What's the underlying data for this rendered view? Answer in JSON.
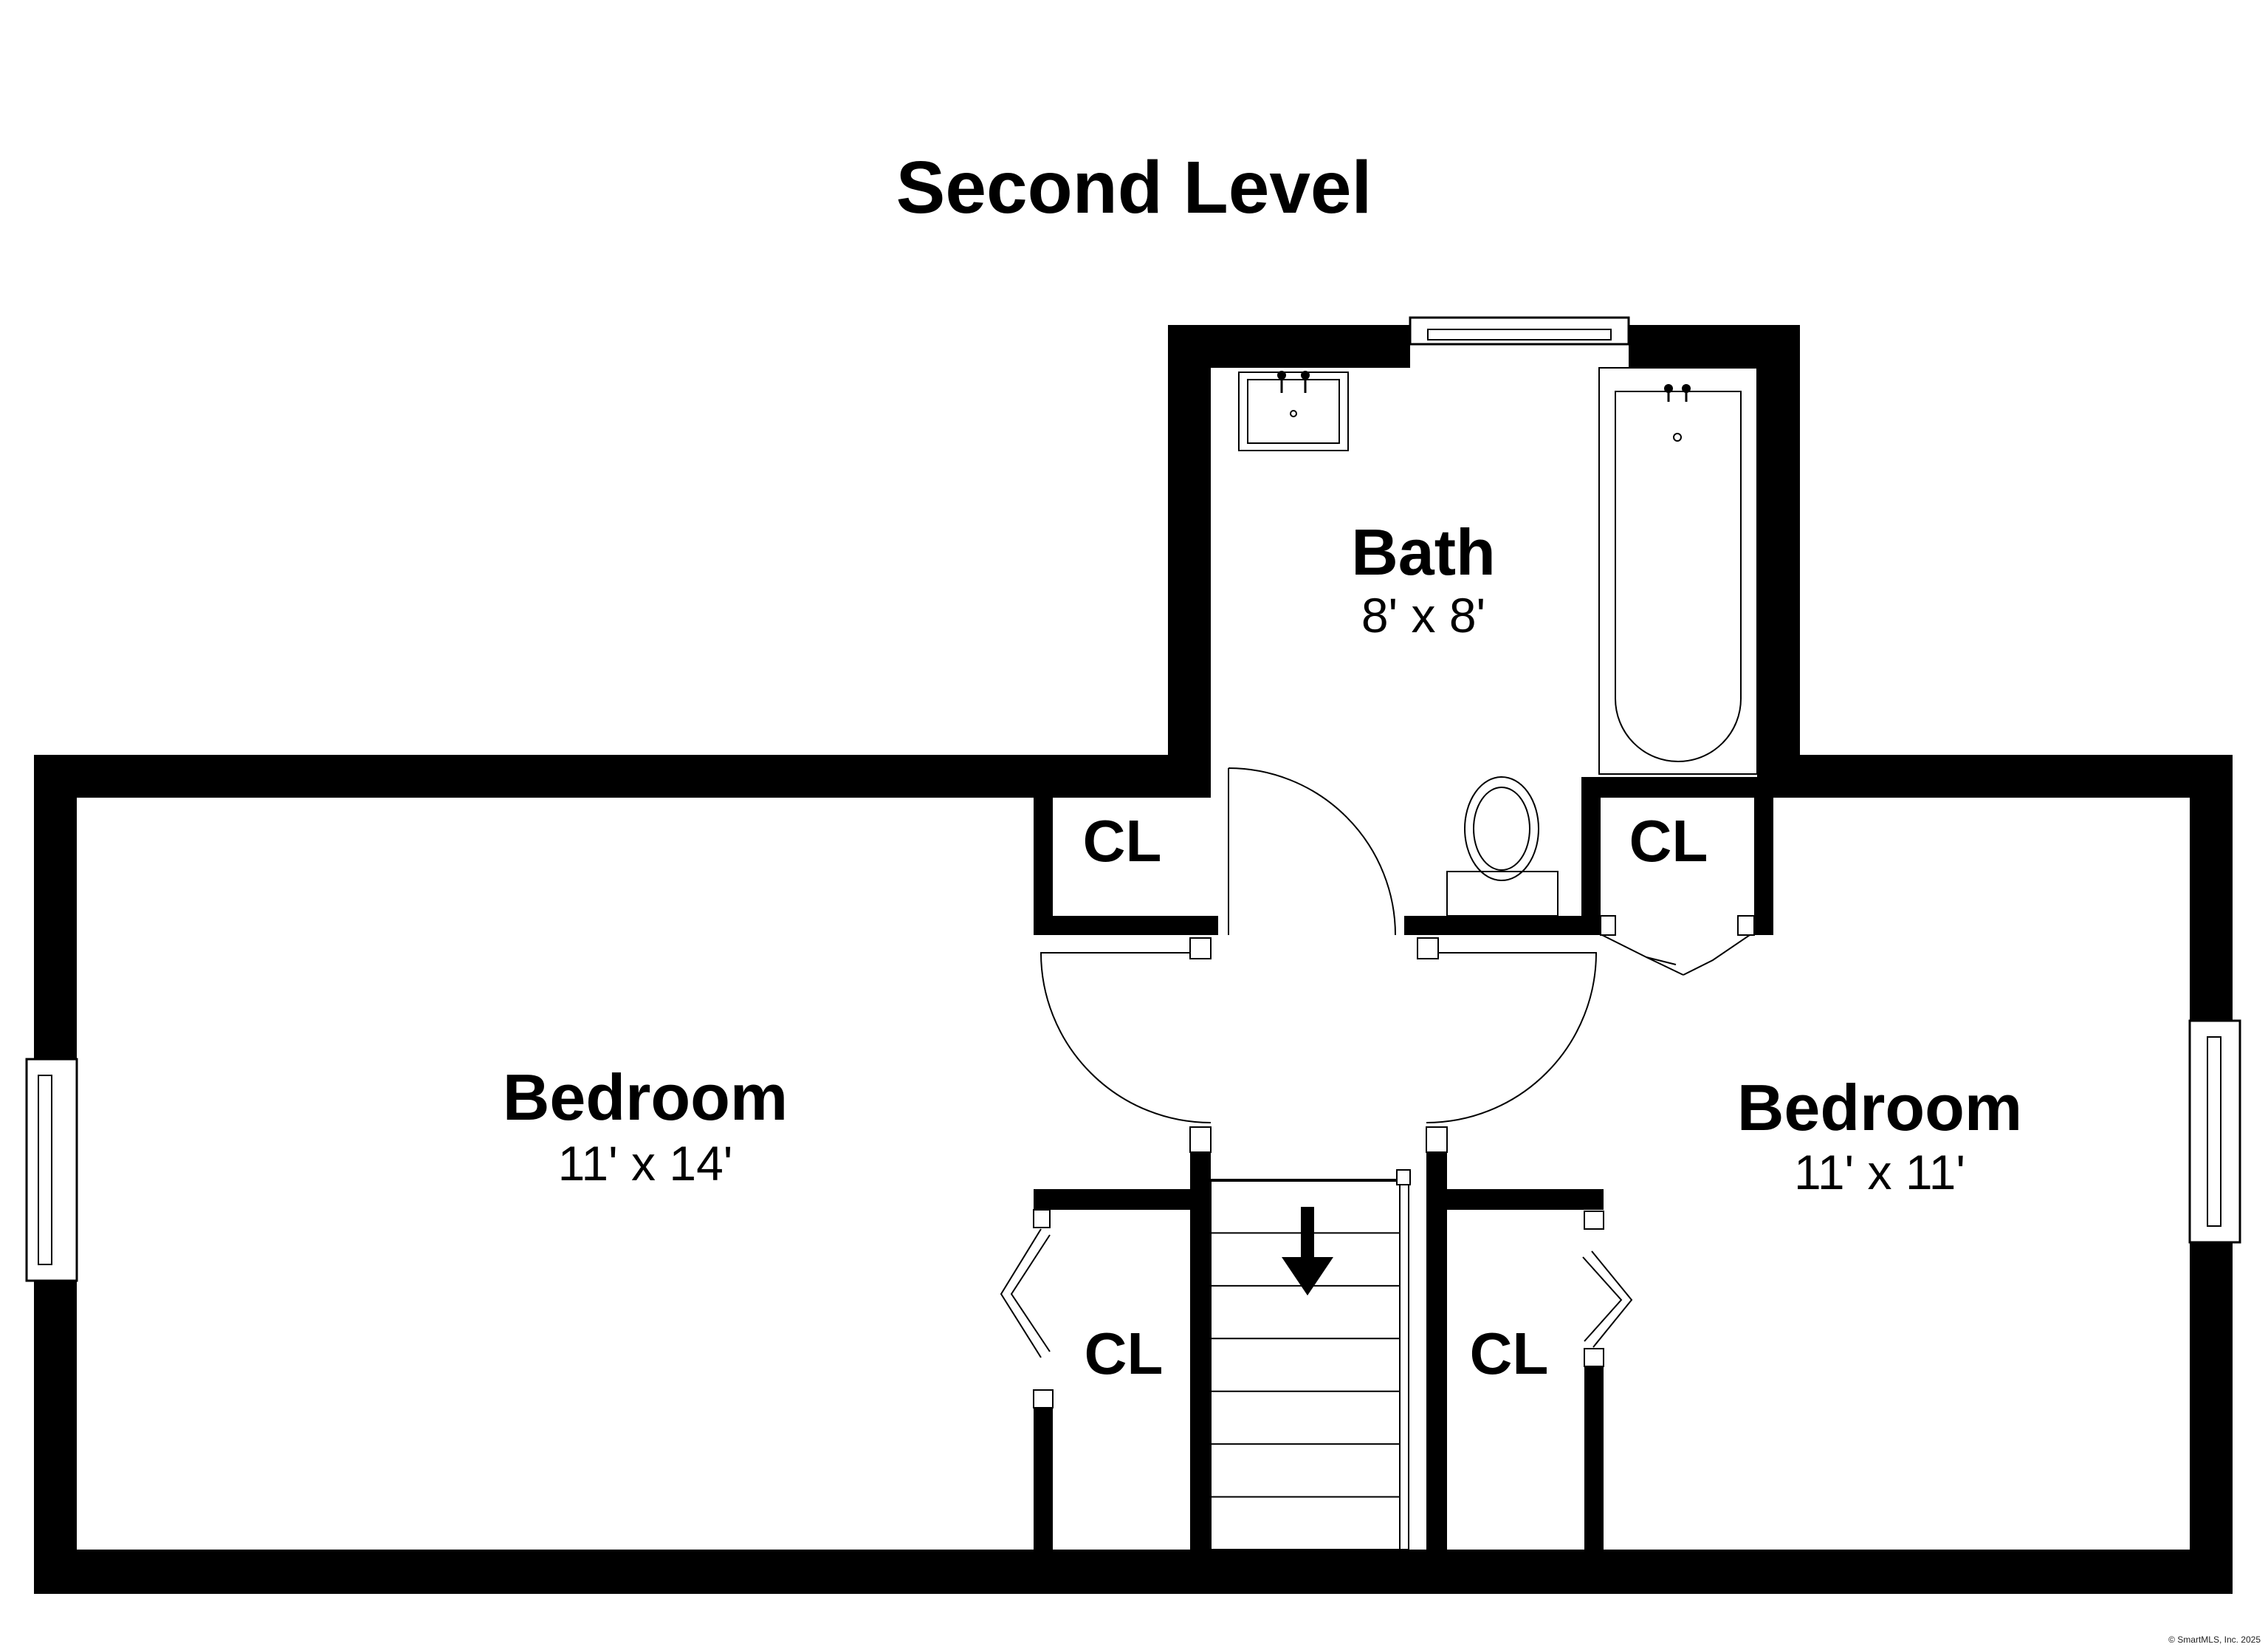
{
  "title": "Second Level",
  "rooms": {
    "bath": {
      "name": "Bath",
      "size": "8' x 8'"
    },
    "bedroom_left": {
      "name": "Bedroom",
      "size": "11' x 14'"
    },
    "bedroom_right": {
      "name": "Bedroom",
      "size": "11' x 11'"
    }
  },
  "closets": {
    "upper_left": "CL",
    "upper_right": "CL",
    "lower_left": "CL",
    "lower_right": "CL"
  },
  "stairs": {
    "direction": "down"
  },
  "copyright": "© SmartMLS, Inc. 2025",
  "colors": {
    "wall": "#000000",
    "background": "#ffffff"
  }
}
